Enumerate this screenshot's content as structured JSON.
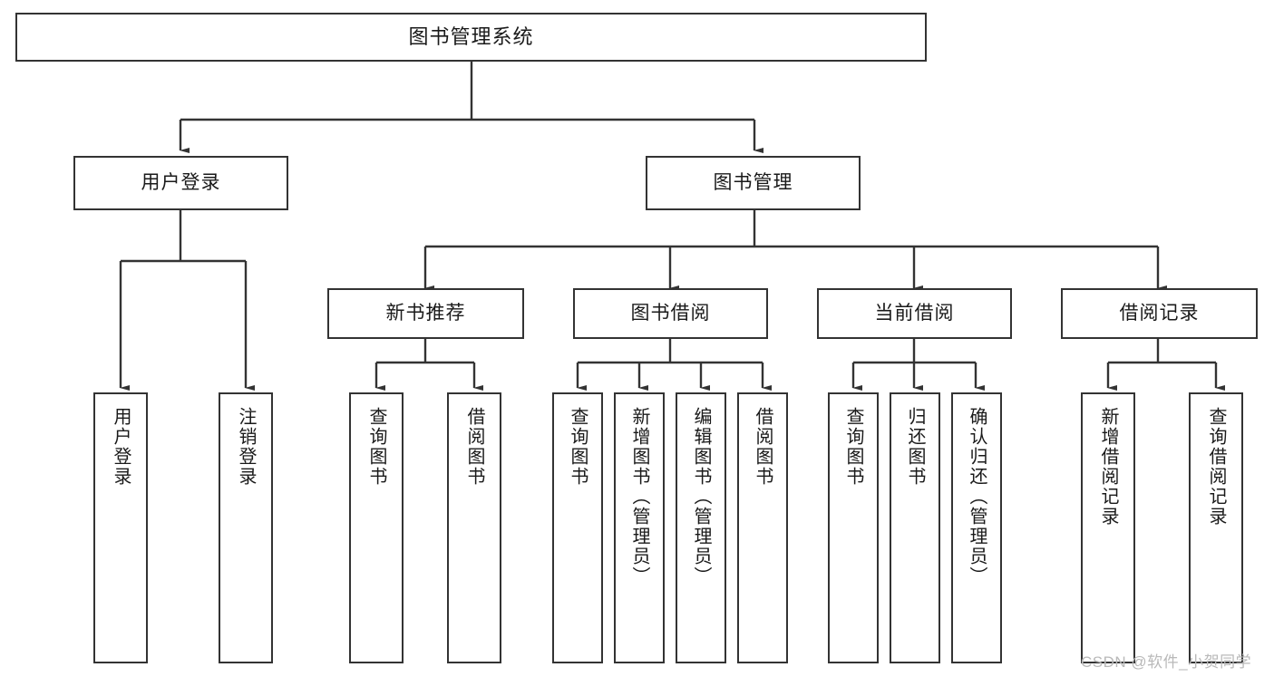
{
  "diagram": {
    "type": "tree-hierarchy-chart",
    "title": "图书管理系统",
    "orientation": "top-down",
    "line_color": "#333333",
    "box_border_color": "#333333",
    "box_fill_color": "#ffffff",
    "text_color": "#1a1a1a",
    "root": {
      "label": "图书管理系统"
    },
    "level2": [
      {
        "label": "用户登录"
      },
      {
        "label": "图书管理"
      }
    ],
    "level3": [
      {
        "label": "新书推荐"
      },
      {
        "label": "图书借阅"
      },
      {
        "label": "当前借阅"
      },
      {
        "label": "借阅记录"
      }
    ],
    "leaves": [
      {
        "label": "用户登录",
        "parent": "用户登录"
      },
      {
        "label": "注销登录",
        "parent": "用户登录"
      },
      {
        "label": "查询图书",
        "parent": "新书推荐"
      },
      {
        "label": "借阅图书",
        "parent": "新书推荐"
      },
      {
        "label": "查询图书",
        "parent": "图书借阅"
      },
      {
        "label": "新增图书（管理员）",
        "parent": "图书借阅"
      },
      {
        "label": "编辑图书（管理员）",
        "parent": "图书借阅"
      },
      {
        "label": "借阅图书",
        "parent": "图书借阅"
      },
      {
        "label": "查询图书",
        "parent": "当前借阅"
      },
      {
        "label": "归还图书",
        "parent": "当前借阅"
      },
      {
        "label": "确认归还（管理员）",
        "parent": "当前借阅"
      },
      {
        "label": "新增借阅记录",
        "parent": "借阅记录"
      },
      {
        "label": "查询借阅记录",
        "parent": "借阅记录"
      }
    ]
  },
  "watermark": {
    "text": "CSDN @软件_小贺同学"
  }
}
